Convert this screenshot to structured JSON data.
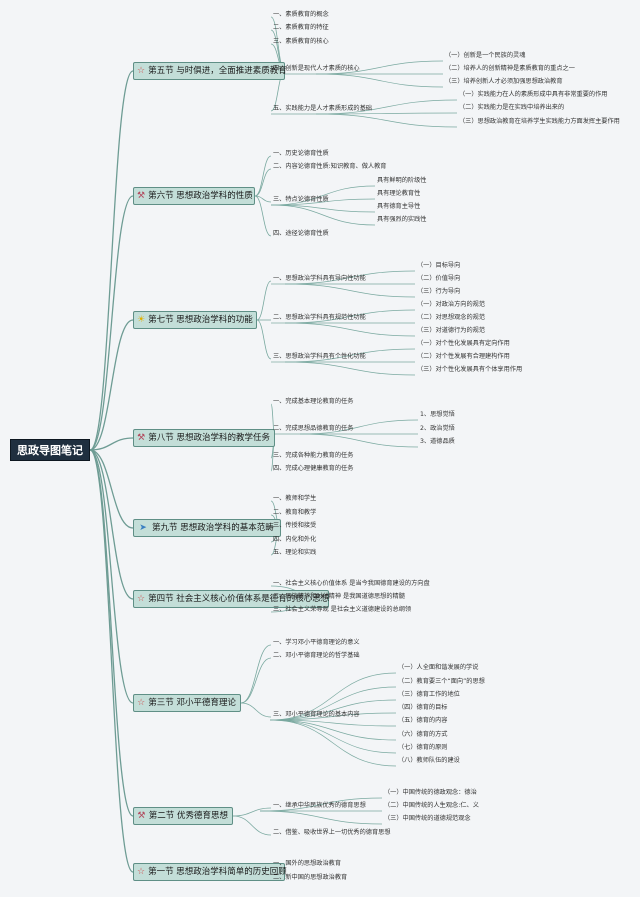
{
  "root": "思政导图笔记",
  "sections": [
    {
      "label": "第五节 与时俱进，全面推进素质教育",
      "icon": "star-icon",
      "children": [
        {
          "label": "一、素质教育的概念"
        },
        {
          "label": "二、素质教育的特征"
        },
        {
          "label": "三、素质教育的核心"
        },
        {
          "label": "四、创新是现代人才素质的核心",
          "children": [
            {
              "label": "（一）创新是一个民族的灵魂"
            },
            {
              "label": "（二）培养人的创新精神是素质教育的重点之一"
            },
            {
              "label": "（三）培养创新人才必须加强思想政治教育"
            }
          ]
        },
        {
          "label": "五、实践能力是人才素质形成的基础",
          "children": [
            {
              "label": "（一）实践能力在人的素质形成中具有非常重要的作用"
            },
            {
              "label": "（二）实践能力是在实践中培养出来的"
            },
            {
              "label": "（三）思想政治教育在培养学生实践能力方面发挥主要作用"
            }
          ]
        }
      ]
    },
    {
      "label": "第六节 思想政治学科的性质",
      "icon": "tools-icon",
      "children": [
        {
          "label": "一、历史论德育性质"
        },
        {
          "label": "二、内容论德育性质:知识教育、做人教育"
        },
        {
          "label": "三、特点论德育性质",
          "children": [
            {
              "label": "具有鲜明的阶级性"
            },
            {
              "label": "具有理论教育性"
            },
            {
              "label": "具有德育主导性"
            },
            {
              "label": "具有强烈的实践性"
            }
          ]
        },
        {
          "label": "四、途径论德育性质"
        }
      ]
    },
    {
      "label": "第七节 思想政治学科的功能",
      "icon": "bulb-icon",
      "children": [
        {
          "label": "一、思想政治学科具有导向性功能",
          "children": [
            {
              "label": "（一）目标导向"
            },
            {
              "label": "（二）价值导向"
            },
            {
              "label": "（三）行为导向"
            }
          ]
        },
        {
          "label": "二、思想政治学科具有规范性功能",
          "children": [
            {
              "label": "（一）对政治方向的规范"
            },
            {
              "label": "（二）对思想观念的规范"
            },
            {
              "label": "（三）对道德行为的规范"
            }
          ]
        },
        {
          "label": "三、思想政治学科具有个性化功能",
          "children": [
            {
              "label": "（一）对个性化发展具有定向作用"
            },
            {
              "label": "（二）对个性发展有合理建构作用"
            },
            {
              "label": "（三）对个性化发展具有个体享用作用"
            }
          ]
        }
      ]
    },
    {
      "label": "第八节 思想政治学科的教学任务",
      "icon": "tools-icon",
      "children": [
        {
          "label": "一、完成基本理论教育的任务"
        },
        {
          "label": "二、完成思想品德教育的任务",
          "children": [
            {
              "label": "1、思想觉悟"
            },
            {
              "label": "2、政治觉悟"
            },
            {
              "label": "3、道德品质"
            }
          ]
        },
        {
          "label": "三、完成各种能力教育的任务"
        },
        {
          "label": "四、完成心理健康教育的任务"
        }
      ]
    },
    {
      "label": "第九节 思想政治学科的基本范畴",
      "icon": "paper-plane-icon",
      "children": [
        {
          "label": "一、教师和学生"
        },
        {
          "label": "二、教育和教学"
        },
        {
          "label": "三、传授和接受"
        },
        {
          "label": "四、内化和外化"
        },
        {
          "label": "五、理论和实践"
        }
      ]
    },
    {
      "label": "第四节 社会主义核心价值体系是德育的核心思想",
      "icon": "star-icon",
      "children": [
        {
          "label": "一、社会主义核心价值体系 是当今我国德育建设的方向盘"
        },
        {
          "label": "二、民族精神和时代精神 是我国道德思想的精髓"
        },
        {
          "label": "三、社会主义荣辱观 是社会主义道德建设的总纲领"
        }
      ]
    },
    {
      "label": "第三节 邓小平德育理论",
      "icon": "star-icon",
      "children": [
        {
          "label": "一、学习邓小平德育理论的意义"
        },
        {
          "label": "二、邓小平德育理论的哲学基础"
        },
        {
          "label": "三、邓小平德育理论的基本内容",
          "children": [
            {
              "label": "（一）人全面和谐发展的学说"
            },
            {
              "label": "（二）教育要三个“面向”的思想"
            },
            {
              "label": "（三）德育工作的地位"
            },
            {
              "label": "（四）德育的目标"
            },
            {
              "label": "（五）德育的内容"
            },
            {
              "label": "（六）德育的方式"
            },
            {
              "label": "（七）德育的原则"
            },
            {
              "label": "（八）教师队伍的建设"
            }
          ]
        }
      ]
    },
    {
      "label": "第二节 优秀德育思想",
      "icon": "tools-icon",
      "children": [
        {
          "label": "一、继承中华民族优秀的德育思想",
          "children": [
            {
              "label": "（一）中国传统的德政观念：德治"
            },
            {
              "label": "（二）中国传统的人生观念:仁、义"
            },
            {
              "label": "（三）中国传统的道德规范观念"
            }
          ]
        },
        {
          "label": "二、借鉴、吸收世界上一切优秀的德育思想"
        }
      ]
    },
    {
      "label": "第一节 思想政治学科简单的历史回顾",
      "icon": "star-icon",
      "children": [
        {
          "label": "一、国外的思想政治教育"
        },
        {
          "label": "二、新中国的思想政治教育"
        }
      ]
    }
  ]
}
